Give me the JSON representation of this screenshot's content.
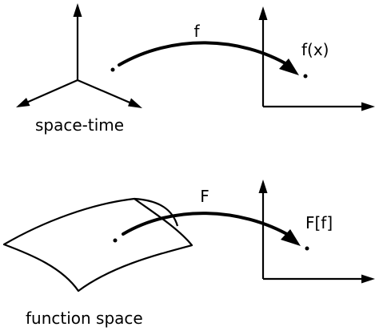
{
  "colors": {
    "ink": "#000000",
    "background": "#ffffff"
  },
  "top": {
    "arrow_label": "f",
    "point_label": "f(x)",
    "domain_caption": "space-time"
  },
  "bottom": {
    "arrow_label": "F",
    "point_label": "F[f]",
    "domain_caption": "function space"
  }
}
